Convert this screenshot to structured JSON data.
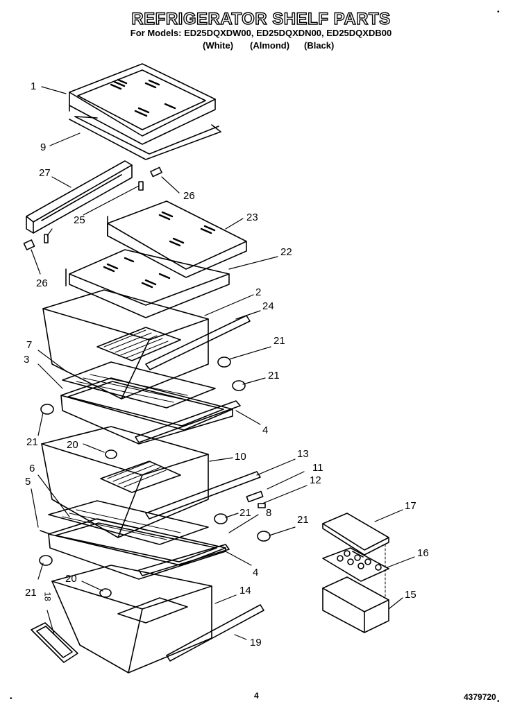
{
  "header": {
    "title": "REFRIGERATOR SHELF PARTS",
    "models_line": "For Models: ED25DQXDW00, ED25DQXDN00, ED25DQXDB00",
    "colors": [
      "(White)",
      "(Almond)",
      "(Black)"
    ]
  },
  "callouts": [
    "1",
    "9",
    "27",
    "26",
    "25",
    "26",
    "23",
    "22",
    "2",
    "24",
    "7",
    "3",
    "21",
    "21",
    "21",
    "4",
    "20",
    "10",
    "13",
    "11",
    "12",
    "6",
    "5",
    "21",
    "8",
    "21",
    "17",
    "16",
    "4",
    "21",
    "20",
    "14",
    "15",
    "18",
    "19"
  ],
  "footer": {
    "page_number": "4",
    "doc_number": "4379720"
  }
}
